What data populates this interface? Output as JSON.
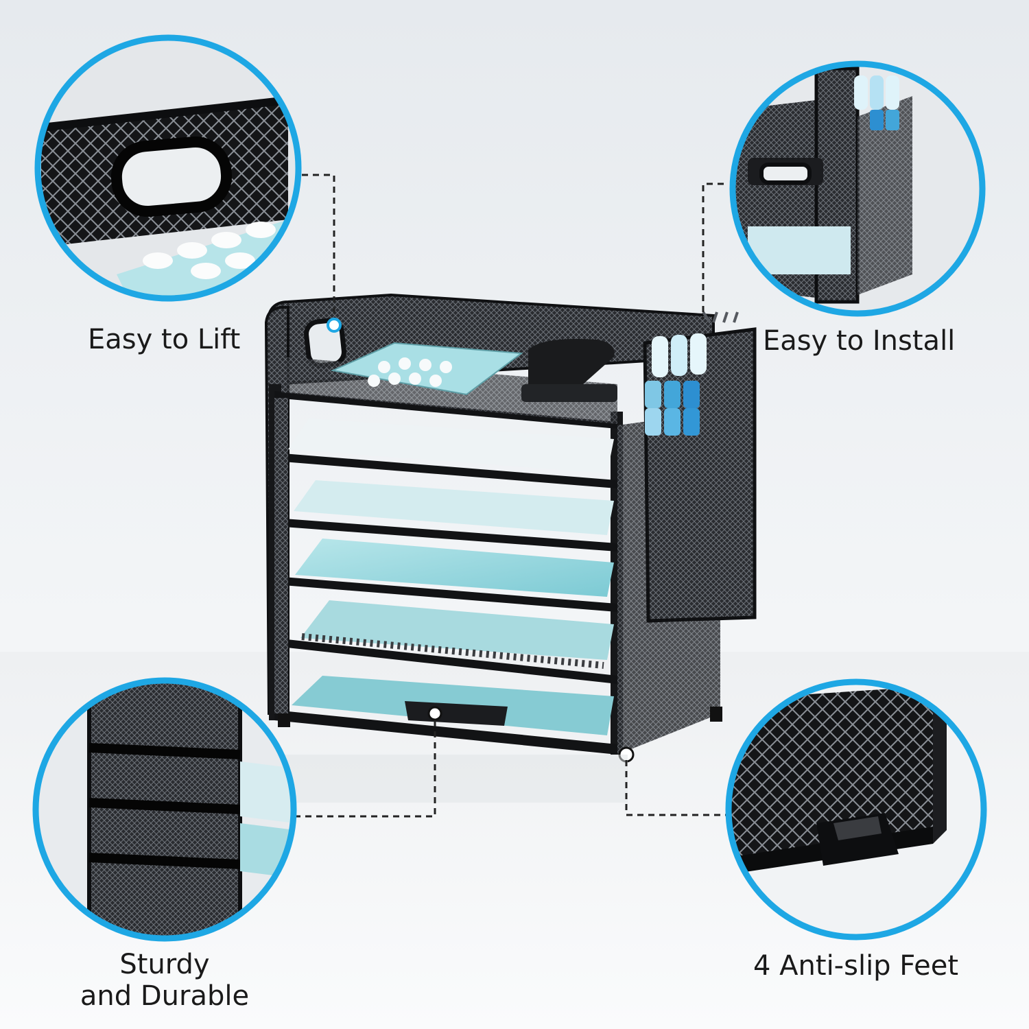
{
  "features": [
    {
      "id": "lift",
      "label": "Easy to Lift"
    },
    {
      "id": "install",
      "label": "Easy to Install"
    },
    {
      "id": "sturdy",
      "label_line1": "Sturdy",
      "label_line2": "and Durable"
    },
    {
      "id": "feet",
      "label": "4 Anti-slip Feet"
    }
  ],
  "colors": {
    "ring": "#1ea7e4",
    "metal": "#1b1c1f",
    "paper_light": "#e9f1f4",
    "paper_aqua": "#9fd8df",
    "text": "#1a1a1a"
  },
  "icons": {
    "product": "desk-file-organizer",
    "callouts": [
      "handle-closeup",
      "side-rack-closeup",
      "mesh-wall-closeup",
      "foot-closeup"
    ]
  }
}
